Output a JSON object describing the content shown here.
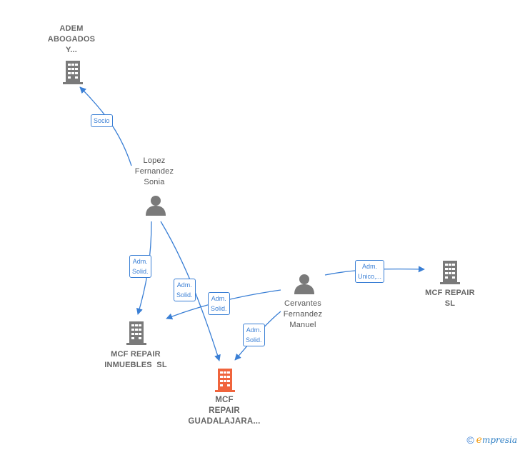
{
  "nodes": {
    "adem": {
      "lines": [
        "ADEM",
        "ABOGADOS",
        "Y..."
      ],
      "kind": "company"
    },
    "lopez": {
      "lines": [
        "Lopez",
        "Fernandez",
        "Sonia"
      ],
      "kind": "person"
    },
    "cervantes": {
      "lines": [
        "Cervantes",
        "Fernandez",
        "Manuel"
      ],
      "kind": "person"
    },
    "mcf_sl": {
      "lines": [
        "MCF REPAIR",
        "SL"
      ],
      "kind": "company"
    },
    "mcf_inmuebles": {
      "lines": [
        "MCF REPAIR",
        "INMUEBLES  SL"
      ],
      "kind": "company"
    },
    "mcf_guadalajara": {
      "lines": [
        "MCF",
        "REPAIR",
        "GUADALAJARA..."
      ],
      "kind": "focus"
    }
  },
  "edges": {
    "socio": [
      "Socio"
    ],
    "lopez_inmuebles": [
      "Adm.",
      "Solid."
    ],
    "lopez_guadalajara": [
      "Adm.",
      "Solid."
    ],
    "cervantes_inmuebles": [
      "Adm.",
      "Solid."
    ],
    "cervantes_guadalajara": [
      "Adm.",
      "Solid."
    ],
    "cervantes_sl": [
      "Adm.",
      "Unico,..."
    ]
  },
  "colors": {
    "edge": "#3a7fd5",
    "company_icon": "#7a7a7a",
    "person_icon": "#7a7a7a",
    "focus_icon": "#f0643c"
  },
  "brand": {
    "copyright": "©",
    "initial": "e",
    "rest": "mpresia"
  }
}
